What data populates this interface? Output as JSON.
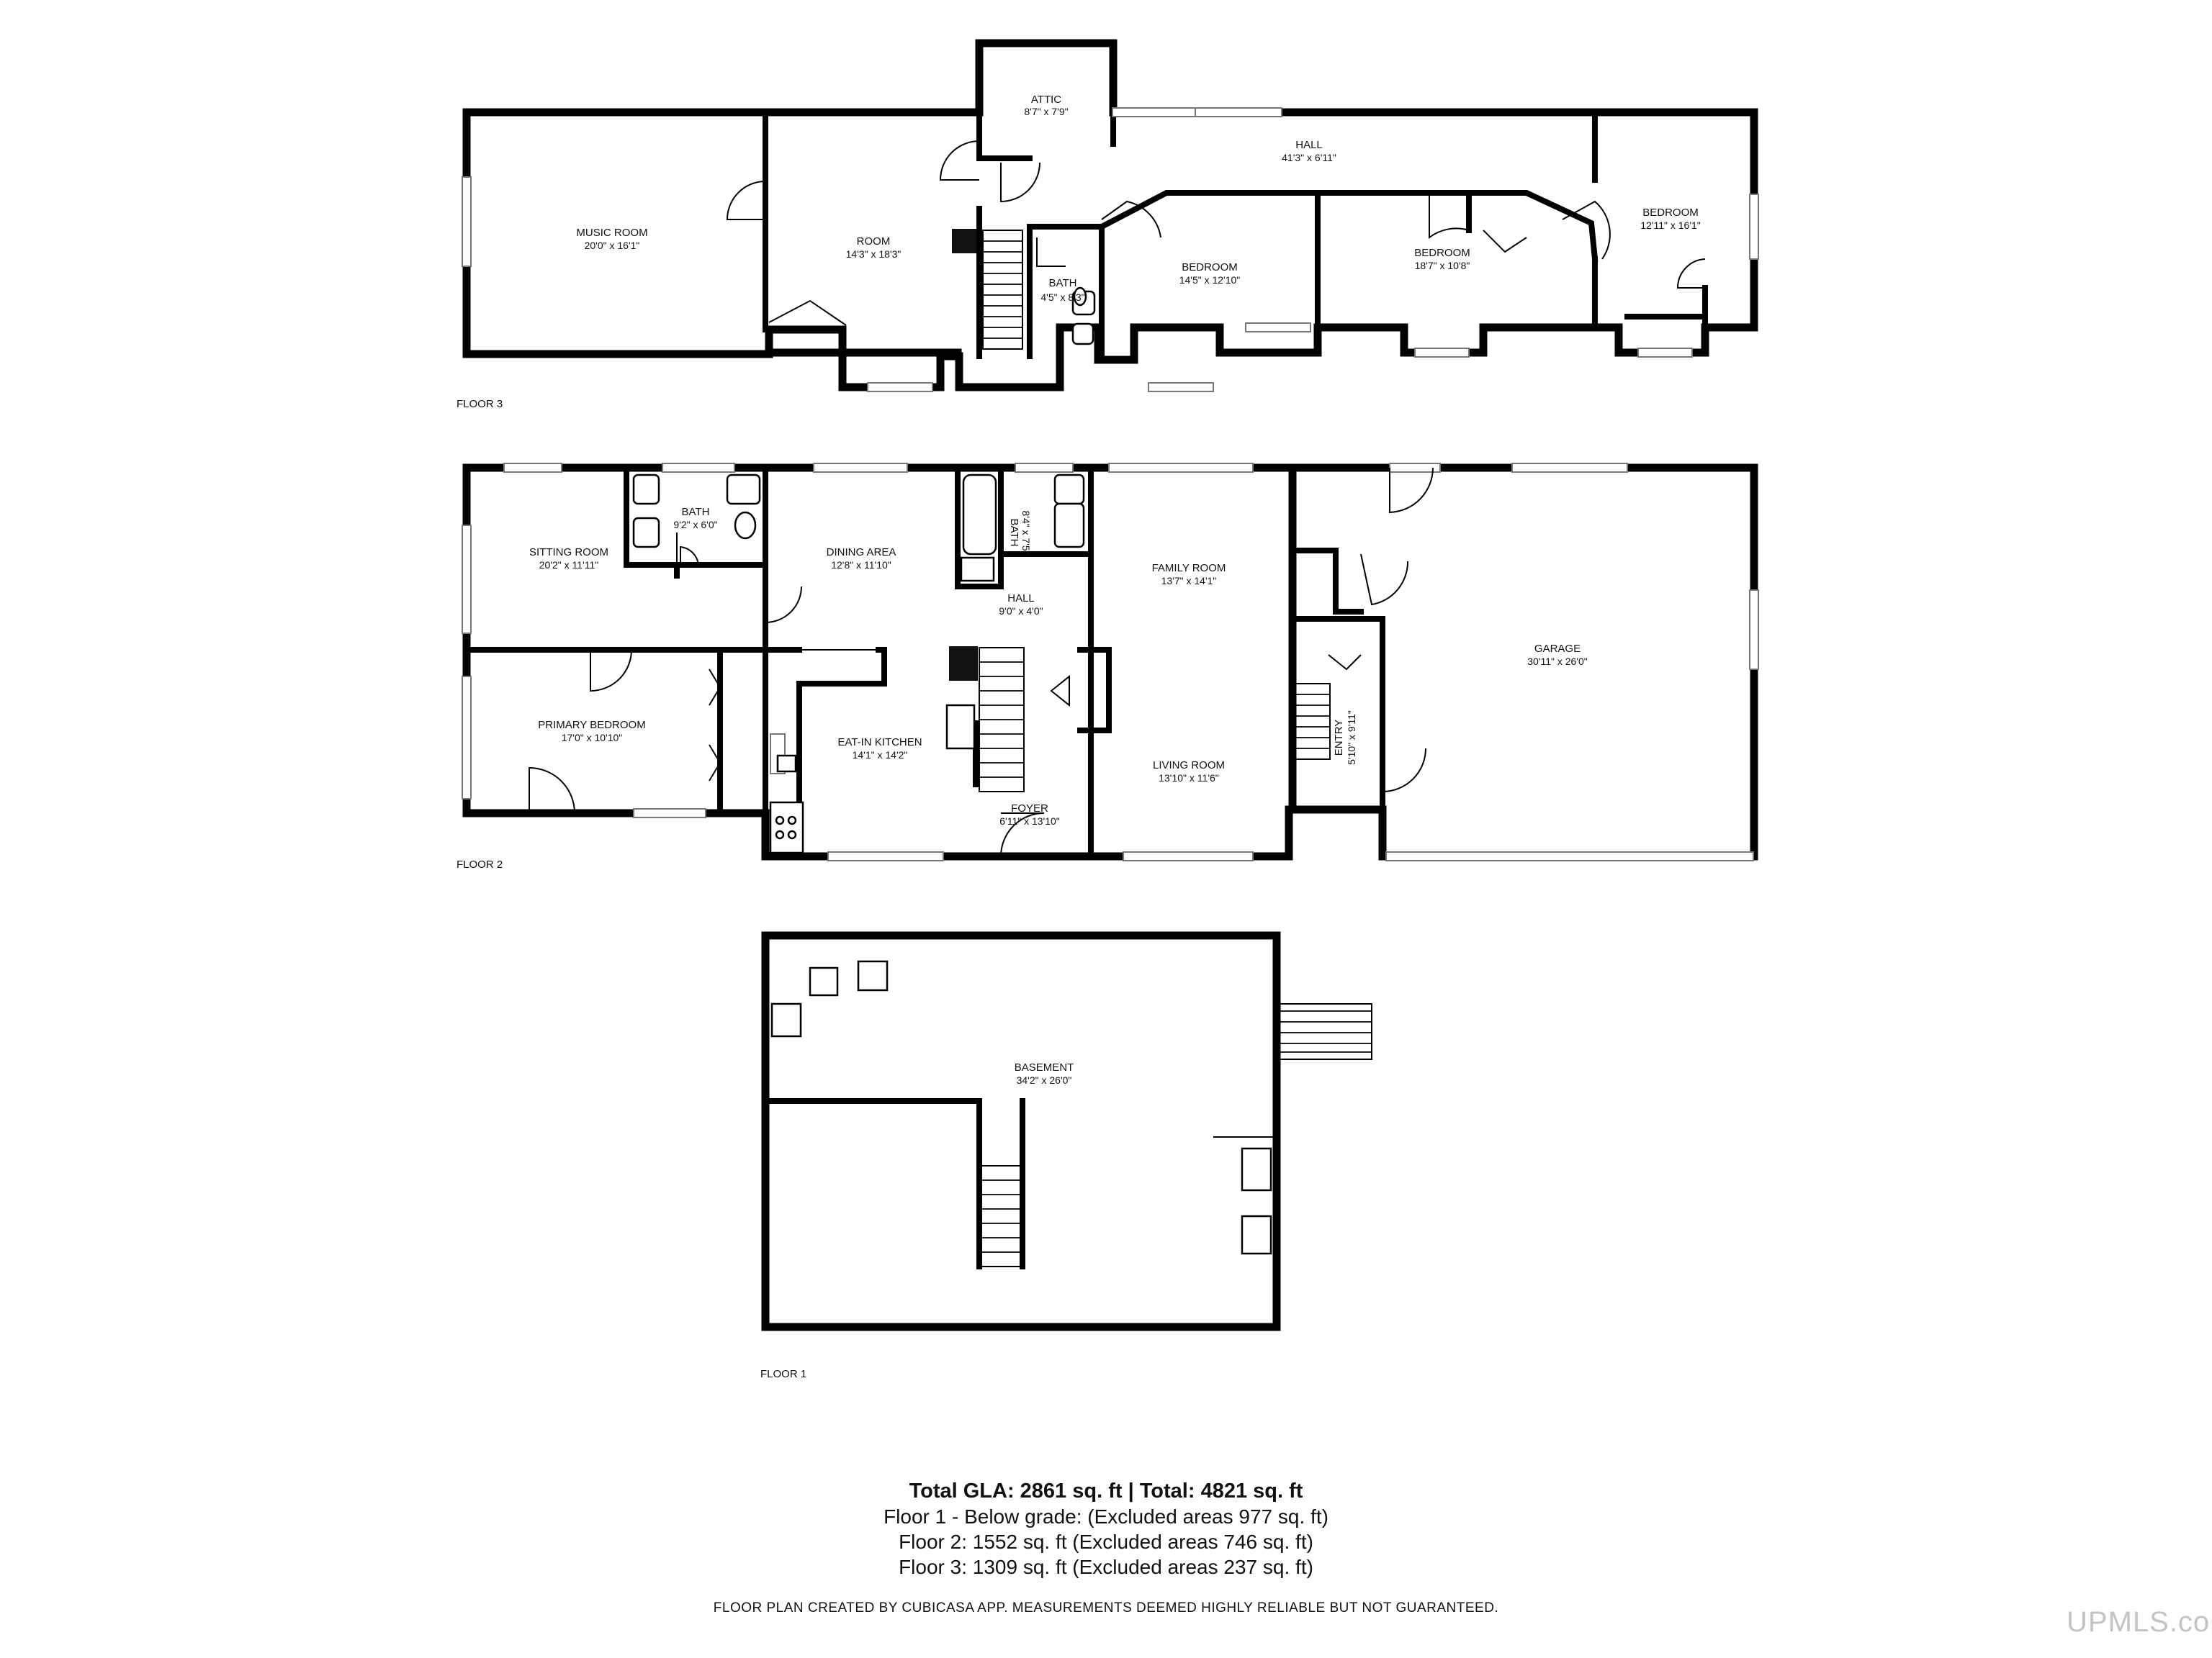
{
  "floors": [
    {
      "label": "FLOOR 3",
      "rooms": [
        {
          "name": "MUSIC ROOM",
          "dims": "20'0\" x 16'1\""
        },
        {
          "name": "ROOM",
          "dims": "14'3\" x 18'3\""
        },
        {
          "name": "ATTIC",
          "dims": "8'7\" x 7'9\""
        },
        {
          "name": "HALL",
          "dims": "41'3\" x 6'11\""
        },
        {
          "name": "BATH",
          "dims": "4'5\" x 8'3\""
        },
        {
          "name": "BEDROOM",
          "dims": "14'5\" x 12'10\""
        },
        {
          "name": "BEDROOM",
          "dims": "18'7\" x 10'8\""
        },
        {
          "name": "BEDROOM",
          "dims": "12'11\" x 16'1\""
        }
      ]
    },
    {
      "label": "FLOOR 2",
      "rooms": [
        {
          "name": "SITTING ROOM",
          "dims": "20'2\" x 11'11\""
        },
        {
          "name": "BATH",
          "dims": "9'2\" x 6'0\""
        },
        {
          "name": "DINING AREA",
          "dims": "12'8\" x 11'10\""
        },
        {
          "name": "BATH",
          "dims": "8'4\" x 7'5\""
        },
        {
          "name": "HALL",
          "dims": "9'0\" x 4'0\""
        },
        {
          "name": "FAMILY ROOM",
          "dims": "13'7\" x 14'1\""
        },
        {
          "name": "GARAGE",
          "dims": "30'11\" x 26'0\""
        },
        {
          "name": "PRIMARY BEDROOM",
          "dims": "17'0\" x 10'10\""
        },
        {
          "name": "EAT-IN KITCHEN",
          "dims": "14'1\" x 14'2\""
        },
        {
          "name": "LIVING ROOM",
          "dims": "13'10\" x 11'6\""
        },
        {
          "name": "ENTRY",
          "dims": "5'10\" x 9'11\""
        },
        {
          "name": "FOYER",
          "dims": "6'11\" x 13'10\""
        }
      ]
    },
    {
      "label": "FLOOR 1",
      "rooms": [
        {
          "name": "BASEMENT",
          "dims": "34'2\" x 26'0\""
        }
      ]
    }
  ],
  "summary": {
    "total": "Total GLA: 2861 sq. ft | Total: 4821 sq. ft",
    "lines": [
      "Floor 1 - Below grade: (Excluded areas 977 sq. ft)",
      "Floor 2: 1552 sq. ft (Excluded areas 746 sq. ft)",
      "Floor 3: 1309 sq. ft (Excluded areas 237 sq. ft)"
    ]
  },
  "disclaimer": "FLOOR PLAN CREATED BY CUBICASA APP. MEASUREMENTS DEEMED HIGHLY RELIABLE BUT NOT GUARANTEED.",
  "watermark": "UPMLS.com"
}
